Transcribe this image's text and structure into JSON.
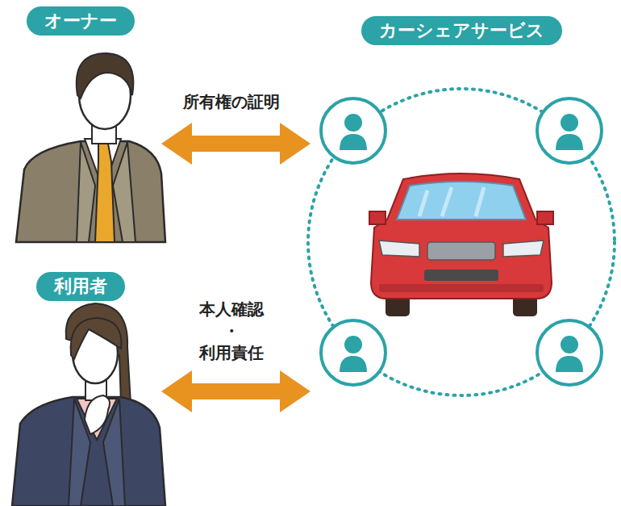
{
  "diagram": {
    "nodes": [
      {
        "text": [
          "オーナー"
        ]
      },
      {
        "text": [
          "カーシェアサービス"
        ]
      },
      {
        "text": [
          "利用者"
        ]
      }
    ],
    "edges": [
      {
        "from": 0,
        "to": 1,
        "arrow": "both",
        "label": "所有権の証明"
      },
      {
        "from": 2,
        "to": 1,
        "arrow": "both",
        "label": "本人確認 ・ 利用責任"
      }
    ]
  }
}
